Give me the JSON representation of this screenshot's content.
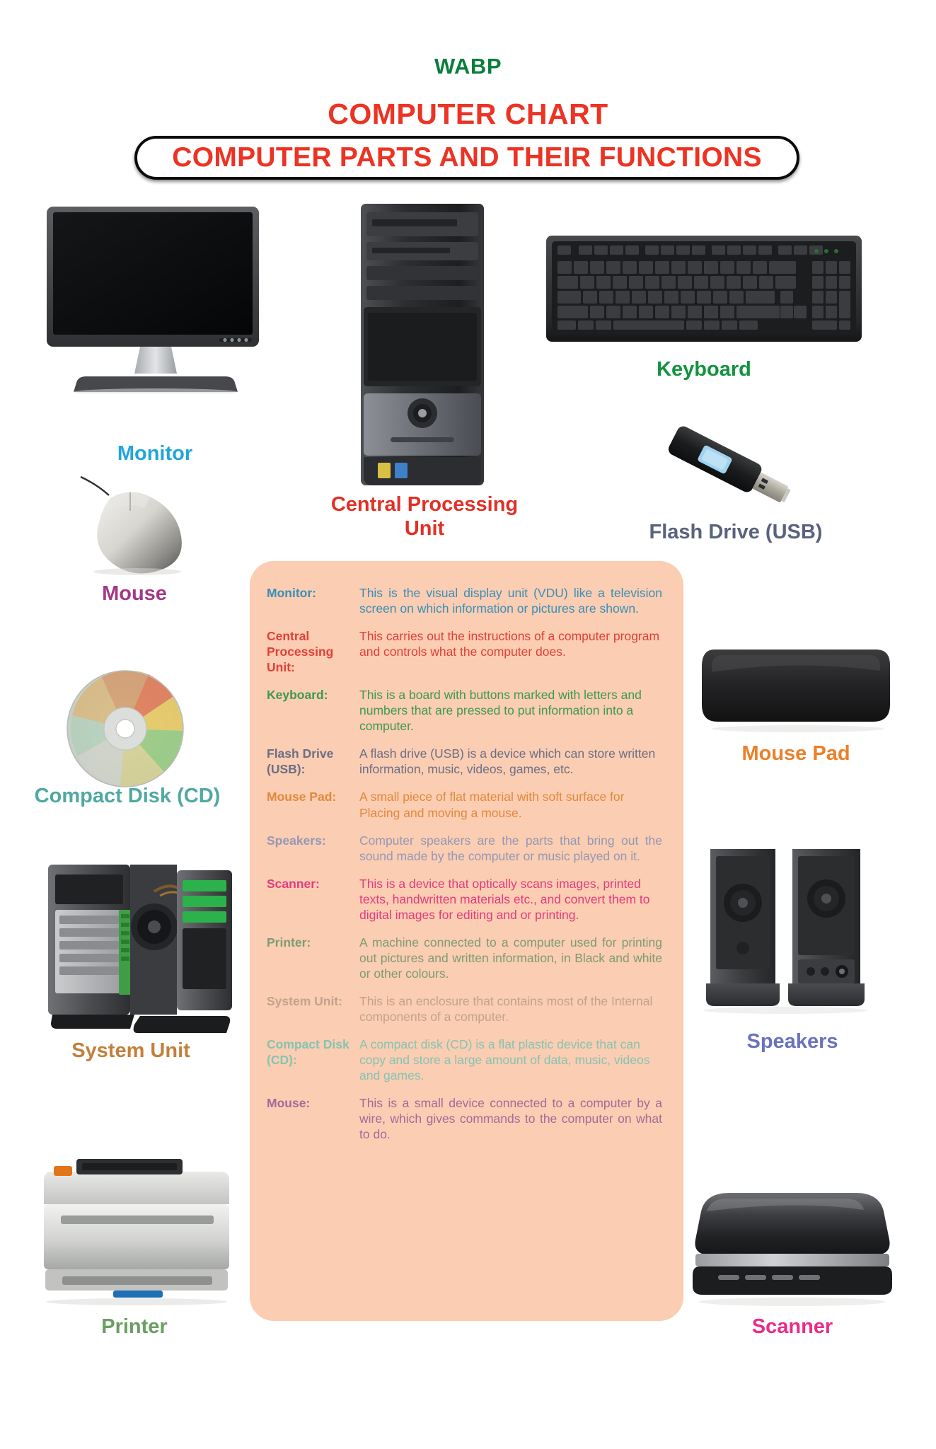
{
  "header": {
    "publisher": "WABP",
    "title": "COMPUTER CHART",
    "banner": "COMPUTER PARTS AND THEIR FUNCTIONS"
  },
  "colors": {
    "publisher": "#0a7d3c",
    "title": "#ec3324",
    "banner_text": "#ec3324",
    "panel_bg": "#fbcdb2",
    "monitor": "#21a5dd",
    "cpu": "#e03127",
    "keyboard": "#12933f",
    "flash_drive": "#5a627e",
    "mouse": "#a33a86",
    "mouse_pad": "#ec8029",
    "compact_disk": "#4fa9a2",
    "system_unit": "#c2803c",
    "speakers": "#6a72bc",
    "printer": "#6a9e62",
    "scanner": "#ec2a8a"
  },
  "captions": {
    "monitor": "Monitor",
    "cpu": "Central Processing Unit",
    "keyboard": "Keyboard",
    "flash_drive": "Flash Drive (USB)",
    "mouse": "Mouse",
    "mouse_pad": "Mouse Pad",
    "compact_disk": "Compact Disk (CD)",
    "system_unit": "System Unit",
    "speakers": "Speakers",
    "printer": "Printer",
    "scanner": "Scanner"
  },
  "definitions": [
    {
      "term": "Monitor:",
      "text": "This is the visual display unit (VDU) like a television screen on which information or pictures are shown.",
      "color": "#3a8fb7",
      "justify": true
    },
    {
      "term": "Central Processing Unit:",
      "text": "This carries out the instructions of a computer program and controls what the computer does.",
      "color": "#e0403a",
      "justify": false
    },
    {
      "term": "Keyboard:",
      "text": "This is a board with buttons marked with letters and numbers that are pressed to put information into a computer.",
      "color": "#3d9a4e",
      "justify": false
    },
    {
      "term": "Flash Drive (USB):",
      "text": "A  flash drive (USB) is a device which can store written information, music, videos, games, etc.",
      "color": "#6b6f85",
      "justify": false
    },
    {
      "term": "Mouse Pad:",
      "text": "A small piece of flat material with soft surface for Placing and moving a mouse.",
      "color": "#e08a3c",
      "justify": false
    },
    {
      "term": "Speakers:",
      "text": "Computer speakers are the parts that bring out the sound made by the computer or music played on it.",
      "color": "#9498b5",
      "justify": true
    },
    {
      "term": "Scanner:",
      "text": "This is a device that optically scans images, printed texts, handwritten materials etc., and convert them to digital images for editing and or printing.",
      "color": "#e33b7e",
      "justify": false
    },
    {
      "term": "Printer:",
      "text": "A machine connected to a computer used for printing out pictures and written information, in Black and white or other colours.",
      "color": "#7d9c74",
      "justify": true
    },
    {
      "term": "System Unit:",
      "text": "This is an enclosure that contains most of the Internal components of a computer.",
      "color": "#c2a38c",
      "justify": false
    },
    {
      "term": "Compact Disk (CD):",
      "text": "A compact disk (CD) is a flat plastic device that can copy and store a large amount of data, music, videos and games.",
      "color": "#85c4b3",
      "justify": false
    },
    {
      "term": "Mouse:",
      "text": "This is a small device connected to a computer by a wire, which gives commands to the computer on what to do.",
      "color": "#a06c9a",
      "justify": true
    }
  ]
}
